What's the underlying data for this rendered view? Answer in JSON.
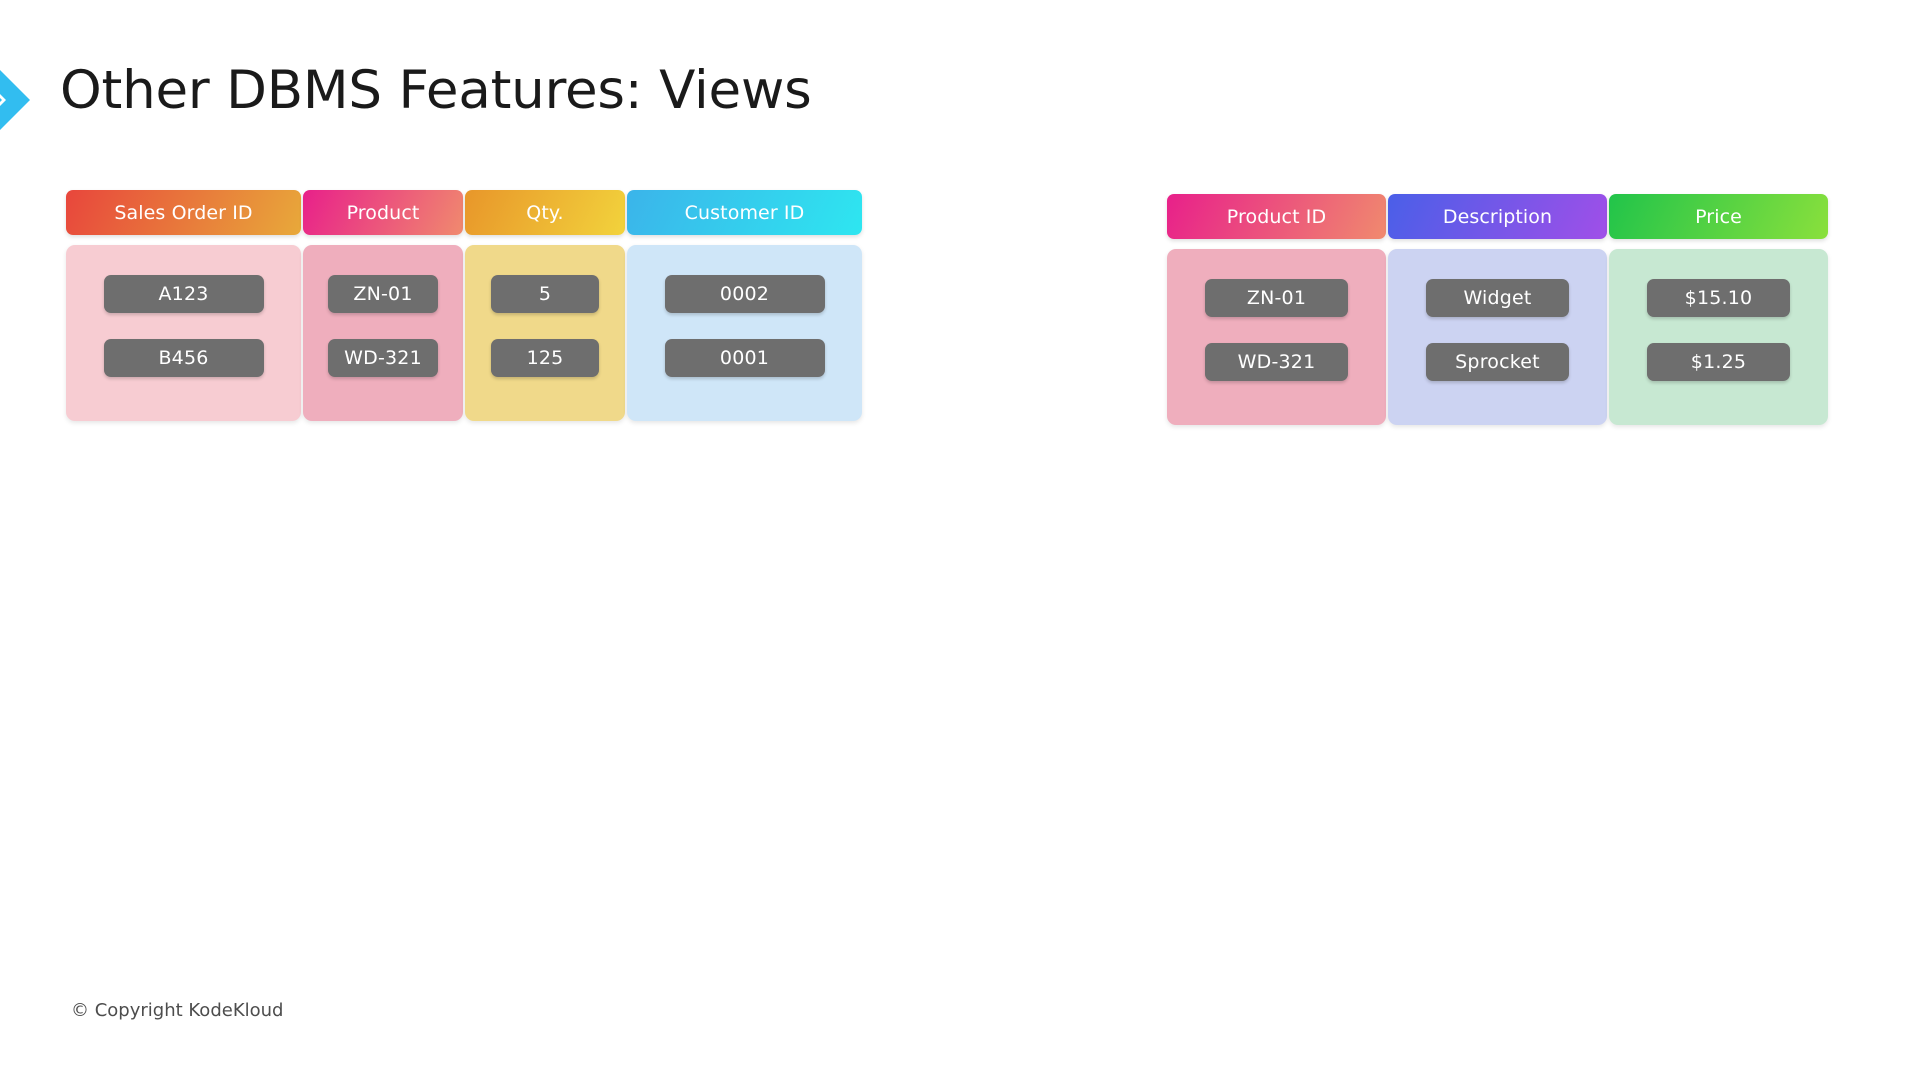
{
  "slide": {
    "title": "Other DBMS Features: Views",
    "footer": "© Copyright KodeKloud",
    "accent_color": "#32bdf0",
    "background_color": "#ffffff"
  },
  "decor": {
    "chevron_icon": "chevron-right-icon",
    "chevron_color": "#32bdf0"
  },
  "tables": [
    {
      "name": "sales-order-table",
      "columns": [
        {
          "header": "Sales Order ID",
          "header_gradient_from": "#e8463c",
          "header_gradient_to": "#e8a93a",
          "body_color": "#f7ccd2",
          "cells": [
            "A123",
            "B456"
          ]
        },
        {
          "header": "Product",
          "header_gradient_from": "#e8208a",
          "header_gradient_to": "#f08a6e",
          "body_color": "#efaebd",
          "cells": [
            "ZN-01",
            "WD-321"
          ]
        },
        {
          "header": "Qty.",
          "header_gradient_from": "#e8962a",
          "header_gradient_to": "#f2d33c",
          "body_color": "#f0d98a",
          "cells": [
            "5",
            "125"
          ]
        },
        {
          "header": "Customer ID",
          "header_gradient_from": "#3bb4ea",
          "header_gradient_to": "#2ee6f0",
          "body_color": "#cfe6f8",
          "cells": [
            "0002",
            "0001"
          ]
        }
      ]
    },
    {
      "name": "product-table",
      "columns": [
        {
          "header": "Product ID",
          "header_gradient_from": "#e8208a",
          "header_gradient_to": "#f08a6e",
          "body_color": "#efaebd",
          "cells": [
            "ZN-01",
            "WD-321"
          ]
        },
        {
          "header": "Description",
          "header_gradient_from": "#4a5fe8",
          "header_gradient_to": "#a04fe8",
          "body_color": "#ccd3f2",
          "cells": [
            "Widget",
            "Sprocket"
          ]
        },
        {
          "header": "Price",
          "header_gradient_from": "#21c44a",
          "header_gradient_to": "#8ae03c",
          "body_color": "#c7e8d2",
          "cells": [
            "$15.10",
            "$1.25"
          ]
        }
      ]
    }
  ]
}
